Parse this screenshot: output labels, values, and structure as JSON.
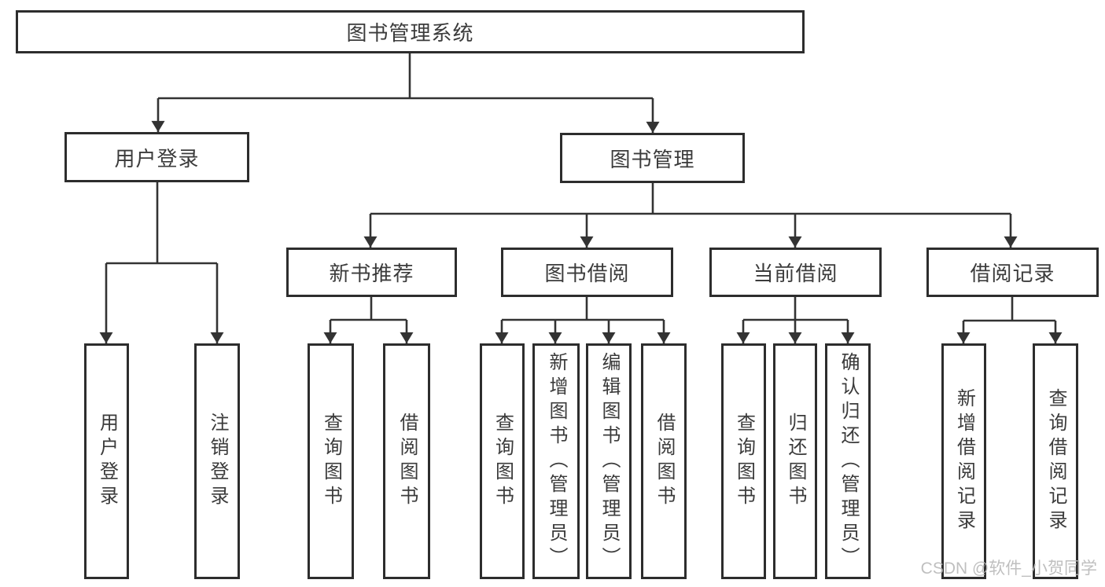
{
  "diagram": {
    "root": {
      "label": "图书管理系统"
    },
    "level2": [
      {
        "label": "用户登录"
      },
      {
        "label": "图书管理"
      }
    ],
    "level3": [
      {
        "label": "新书推荐"
      },
      {
        "label": "图书借阅"
      },
      {
        "label": "当前借阅"
      },
      {
        "label": "借阅记录"
      }
    ],
    "leaves": [
      {
        "label": "用户登录"
      },
      {
        "label": "注销登录"
      },
      {
        "label": "查询图书"
      },
      {
        "label": "借阅图书"
      },
      {
        "label": "查询图书"
      },
      {
        "label": "新增图书（管理员）"
      },
      {
        "label": "编辑图书（管理员）"
      },
      {
        "label": "借阅图书"
      },
      {
        "label": "查询图书"
      },
      {
        "label": "归还图书"
      },
      {
        "label": "确认归还（管理员）"
      },
      {
        "label": "新增借阅记录"
      },
      {
        "label": "查询借阅记录"
      }
    ]
  },
  "watermark": {
    "text": "CSDN @软件_小贺同学"
  },
  "colors": {
    "line": "#333333",
    "border": "#2d2d2d",
    "text": "#3b3b3b",
    "watermark": "#b9b9b9",
    "background": "#ffffff"
  }
}
